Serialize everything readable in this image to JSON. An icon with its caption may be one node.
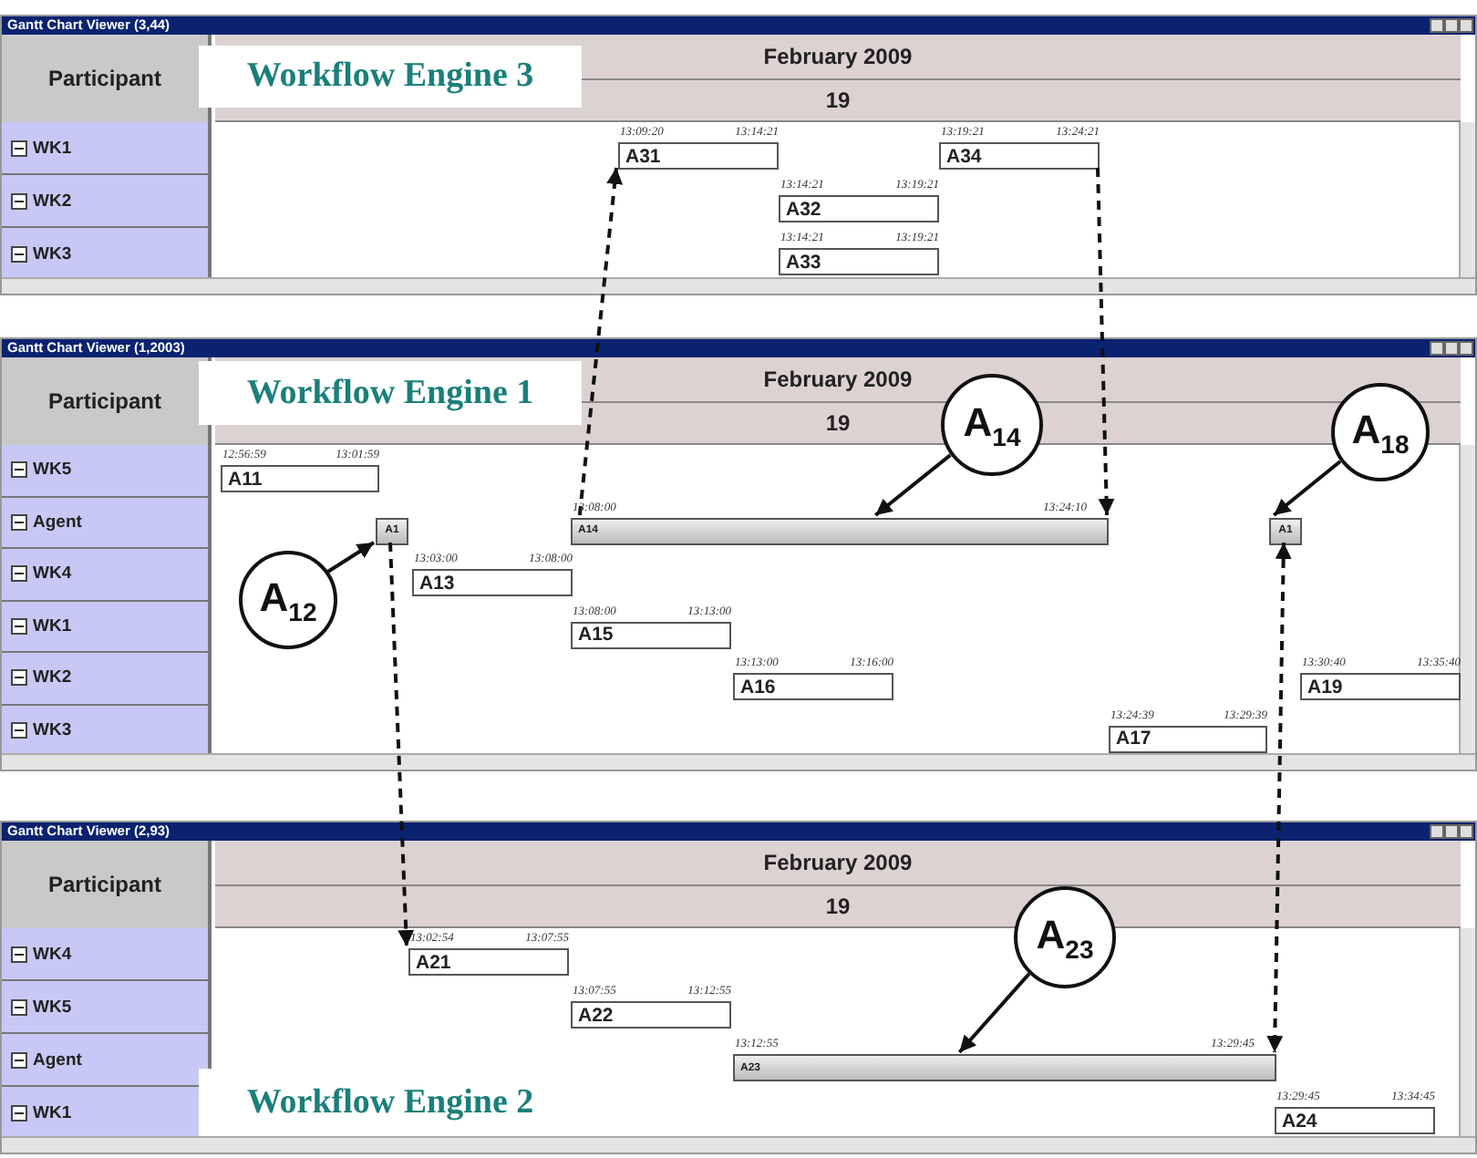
{
  "diagram": {
    "nodes": [
      {
        "text": [
          "Gantt Chart Viewer (3,44)"
        ]
      },
      {
        "text": [
          "Workflow Engine 3"
        ],
        "in": 0
      },
      {
        "text": [
          "A31"
        ],
        "in": 0,
        "beside": [
          "13:09:20",
          "13:14:21"
        ]
      },
      {
        "text": [
          "A34"
        ],
        "in": 0,
        "beside": [
          "13:19:21",
          "13:24:21"
        ]
      },
      {
        "text": [
          "A32"
        ],
        "in": 0,
        "beside": [
          "13:14:21",
          "13:19:21"
        ]
      },
      {
        "text": [
          "A33"
        ],
        "in": 0,
        "beside": [
          "13:14:21",
          "13:19:21"
        ]
      },
      {
        "text": [
          "Gantt Chart Viewer (1,2003)"
        ]
      },
      {
        "text": [
          "Workflow Engine 1"
        ],
        "in": 6
      },
      {
        "text": [
          "A$_{14}$"
        ],
        "in": 6
      },
      {
        "text": [
          "A$_{18}$"
        ],
        "in": 6
      },
      {
        "text": [
          "A11"
        ],
        "in": 6,
        "beside": [
          "12:56:59",
          "13:01:59"
        ]
      },
      {
        "text": [
          "A1"
        ],
        "in": 6
      },
      {
        "text": [
          "A14"
        ],
        "in": 6,
        "beside": [
          "13:08:00",
          "13:24:10"
        ]
      },
      {
        "text": [
          "A1"
        ],
        "in": 6
      },
      {
        "text": [
          "A$_{12}$"
        ],
        "in": 6
      },
      {
        "text": [
          "A13"
        ],
        "in": 6,
        "beside": [
          "13:03:00",
          "13:08:00"
        ]
      },
      {
        "text": [
          "A15"
        ],
        "in": 6,
        "beside": [
          "13:08:00",
          "13:13:00"
        ]
      },
      {
        "text": [
          "A16"
        ],
        "in": 6,
        "beside": [
          "13:13:00",
          "13:16:00"
        ]
      },
      {
        "text": [
          "A19"
        ],
        "in": 6,
        "beside": [
          "13:30:40",
          "13:35:40"
        ]
      },
      {
        "text": [
          "A17"
        ],
        "in": 6,
        "beside": [
          "13:24:39",
          "13:29:39"
        ]
      },
      {
        "text": [
          "Gantt Chart Viewer (2,93)"
        ]
      },
      {
        "text": [
          "A$_{23}$"
        ],
        "in": 20
      },
      {
        "text": [
          "A21"
        ],
        "in": 20,
        "beside": [
          "13:02:54",
          "13:07:55"
        ]
      },
      {
        "text": [
          "A22"
        ],
        "in": 20,
        "beside": [
          "13:07:55",
          "13:12:55"
        ]
      },
      {
        "text": [
          "A23"
        ],
        "in": 20,
        "beside": [
          "13:12:55",
          "13:29:45"
        ]
      },
      {
        "text": [
          "A24"
        ],
        "in": 20,
        "beside": [
          "13:29:45",
          "13:34:45"
        ]
      },
      {
        "text": [
          "Workflow Engine 2"
        ],
        "in": 20
      }
    ],
    "edges": [
      {
        "from": 14,
        "to": 11,
        "arrow": "to"
      },
      {
        "from": 8,
        "to": 12,
        "arrow": "to"
      },
      {
        "from": 9,
        "to": 13,
        "arrow": "to"
      },
      {
        "from": 21,
        "to": 24,
        "arrow": "to"
      },
      {
        "from": 11,
        "to": 22,
        "arrow": "to",
        "style": "dashed"
      },
      {
        "from": 12,
        "to": 2,
        "arrow": "to",
        "style": "dashed"
      },
      {
        "from": 3,
        "to": 12,
        "arrow": "to",
        "style": "dashed"
      },
      {
        "from": 13,
        "to": 24,
        "arrow": "both",
        "style": "dashed"
      }
    ],
    "labels": [
      "Participant",
      "February 2009",
      "19",
      "WK1",
      "WK2",
      "WK3",
      "Participant",
      "February 2009",
      "19",
      "WK5",
      "Agent",
      "WK4",
      "WK1",
      "WK2",
      "WK3",
      "Participant",
      "February 2009",
      "19",
      "WK4",
      "WK5",
      "Agent",
      "WK1"
    ]
  }
}
